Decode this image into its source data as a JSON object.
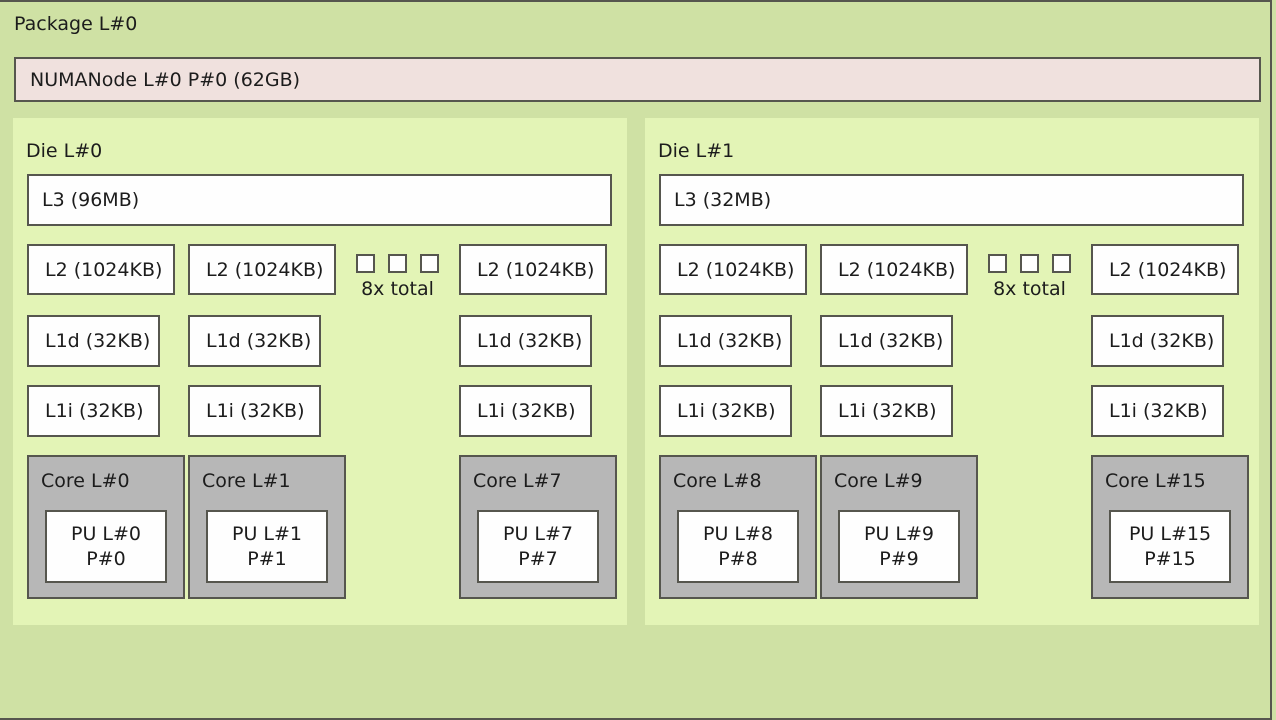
{
  "package": {
    "label": "Package L#0"
  },
  "numanode": {
    "label": "NUMANode L#0 P#0 (62GB)"
  },
  "dies": [
    {
      "label": "Die L#0",
      "l3_label": "L3 (96MB)",
      "l2_labels": [
        "L2 (1024KB)",
        "L2 (1024KB)",
        "L2 (1024KB)"
      ],
      "l1d_labels": [
        "L1d (32KB)",
        "L1d (32KB)",
        "L1d (32KB)"
      ],
      "l1i_labels": [
        "L1i (32KB)",
        "L1i (32KB)",
        "L1i (32KB)"
      ],
      "more_label": "8x total",
      "cores": [
        {
          "label": "Core L#0",
          "pu_l": "PU L#0",
          "pu_p": "P#0"
        },
        {
          "label": "Core L#1",
          "pu_l": "PU L#1",
          "pu_p": "P#1"
        },
        {
          "label": "Core L#7",
          "pu_l": "PU L#7",
          "pu_p": "P#7"
        }
      ]
    },
    {
      "label": "Die L#1",
      "l3_label": "L3 (32MB)",
      "l2_labels": [
        "L2 (1024KB)",
        "L2 (1024KB)",
        "L2 (1024KB)"
      ],
      "l1d_labels": [
        "L1d (32KB)",
        "L1d (32KB)",
        "L1d (32KB)"
      ],
      "l1i_labels": [
        "L1i (32KB)",
        "L1i (32KB)",
        "L1i (32KB)"
      ],
      "more_label": "8x total",
      "cores": [
        {
          "label": "Core L#8",
          "pu_l": "PU L#8",
          "pu_p": "P#8"
        },
        {
          "label": "Core L#9",
          "pu_l": "PU L#9",
          "pu_p": "P#9"
        },
        {
          "label": "Core L#15",
          "pu_l": "PU L#15",
          "pu_p": "P#15"
        }
      ]
    }
  ],
  "colors": {
    "package_bg": "#cfe1a4",
    "die_bg": "#e3f4b6",
    "numanode_bg": "#f0e1de",
    "core_bg": "#b7b7b7",
    "box_bg": "#fefefe",
    "border": "#56564e"
  }
}
